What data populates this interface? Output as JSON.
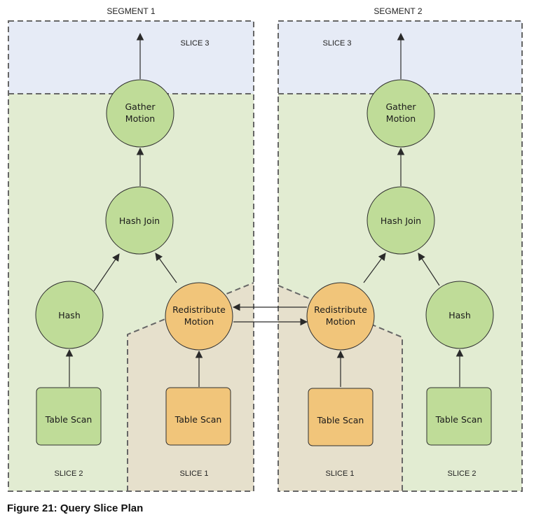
{
  "segments": [
    {
      "title": "SEGMENT 1",
      "slice_top": "SLICE 3",
      "slice_left": "SLICE 2",
      "slice_right": "SLICE 1",
      "gather": [
        "Gather",
        "Motion"
      ],
      "hash_join": "Hash Join",
      "hash": "Hash",
      "redistribute": [
        "Redistribute",
        "Motion"
      ],
      "scan_green": "Table Scan",
      "scan_orange": "Table Scan"
    },
    {
      "title": "SEGMENT 2",
      "slice_top": "SLICE 3",
      "slice_left": "SLICE 1",
      "slice_right": "SLICE 2",
      "gather": [
        "Gather",
        "Motion"
      ],
      "hash_join": "Hash Join",
      "hash": "Hash",
      "redistribute": [
        "Redistribute",
        "Motion"
      ],
      "scan_orange": "Table Scan",
      "scan_green": "Table Scan"
    }
  ],
  "caption": "Figure 21: Query Slice Plan",
  "colors": {
    "slice3_bg": "#e6ebf6",
    "slice2_bg": "#e2ecd2",
    "slice1_bg": "#e6e0cc",
    "green_node": "#bfdc98",
    "orange_node": "#f1c57a",
    "border_dash": "#666666"
  }
}
